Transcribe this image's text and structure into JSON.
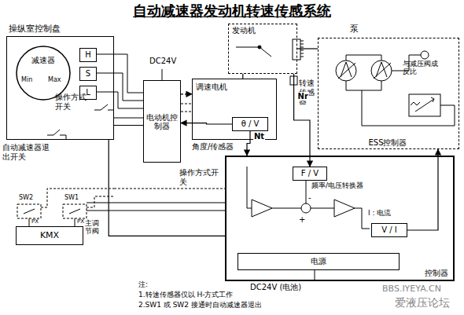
{
  "diagram": {
    "title": "自动减速器发动机转速传感系统",
    "nodes": [
      {
        "text": [
          "操纵室控制盘"
        ]
      },
      {
        "text": [
          "减速器",
          "Min",
          "Max"
        ],
        "in": 0
      },
      {
        "text": [
          "H"
        ],
        "in": 0
      },
      {
        "text": [
          "S"
        ],
        "in": 0
      },
      {
        "text": [
          "L"
        ],
        "in": 0
      },
      {
        "text": [
          "电动机控制器"
        ]
      },
      {
        "text": [
          "调速电机"
        ]
      },
      {
        "text": [
          "θ / V"
        ],
        "in": 6
      },
      {
        "text": [
          "发动机"
        ]
      },
      {
        "text": [
          "泵",
          "ESS控制器"
        ]
      },
      {
        "text": [
          "控制器"
        ]
      },
      {
        "text": [
          "F / V"
        ],
        "in": 10
      },
      {
        "text": [
          "V / I"
        ],
        "in": 10
      },
      {
        "text": [
          "电源"
        ],
        "in": 10
      },
      {
        "text": [
          "KMX"
        ]
      }
    ],
    "edges": [
      {
        "from": 5,
        "to": 6,
        "arrow": "to"
      },
      {
        "from": 7,
        "to": 5,
        "arrow": "to"
      },
      {
        "from": 6,
        "to": 8,
        "arrow": "none"
      },
      {
        "from": 8,
        "to": 9,
        "arrow": "none"
      },
      {
        "from": 7,
        "to": 10,
        "label": "Nt",
        "arrow": "to"
      },
      {
        "from": 8,
        "to": 11,
        "label": "Nr",
        "arrow": "to"
      },
      {
        "from": 12,
        "to": 9,
        "arrow": "to"
      },
      {
        "from": 0,
        "to": 5,
        "arrow": "none"
      },
      {
        "from": 0,
        "to": 10,
        "arrow": "none"
      }
    ],
    "labels": [
      "DC24V",
      "操作方式开关",
      "自动减速器退出开关",
      "角度/传感器",
      "转速传感器",
      "与减压阀成反比",
      "频率/电压转换器",
      "I : 电流",
      "操作方式开关",
      "SW2",
      "SW1",
      "PX",
      "PX",
      "主调节阀",
      "DC24V (电池)",
      "注:",
      "1.转速传感器仅以 H-方式工作",
      "2.SW1 或 SW2 接通时自动减速器退出",
      "BBS.IYEYA.CN",
      "爱液压论坛",
      "-",
      "+"
    ]
  }
}
